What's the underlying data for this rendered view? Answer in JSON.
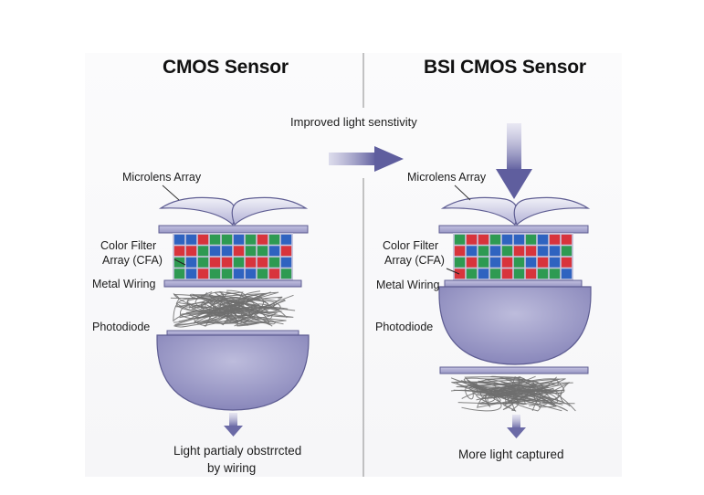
{
  "diagram": {
    "left_panel": {
      "title": "CMOS Sensor",
      "labels": {
        "microlens": "Microlens Array",
        "cfa_line1": "Color Filter",
        "cfa_line2": "Array (CFA)",
        "metal_wiring": "Metal Wiring",
        "photodiode": "Photodiode"
      },
      "layer_order": [
        "Microlens Array",
        "Color Filter Array (CFA)",
        "Metal Wiring",
        "Photodiode"
      ],
      "cfa_grid": [
        [
          "B",
          "B",
          "R",
          "G",
          "G",
          "B",
          "G",
          "R",
          "G",
          "B"
        ],
        [
          "R",
          "R",
          "G",
          "B",
          "B",
          "R",
          "G",
          "G",
          "B",
          "R"
        ],
        [
          "G",
          "B",
          "G",
          "R",
          "R",
          "G",
          "R",
          "R",
          "G",
          "B"
        ],
        [
          "G",
          "B",
          "R",
          "G",
          "G",
          "B",
          "B",
          "G",
          "R",
          "G"
        ]
      ],
      "caption_line1": "Light partialy obstrrcted",
      "caption_line2": "by wiring"
    },
    "right_panel": {
      "title": "BSI CMOS Sensor",
      "labels": {
        "microlens": "Microlens Array",
        "cfa_line1": "Color Filter",
        "cfa_line2": "Array (CFA)",
        "metal_wiring": "Metal Wiring",
        "photodiode": "Photodiode"
      },
      "layer_order": [
        "Microlens Array",
        "Color Filter Array (CFA)",
        "Photodiode",
        "Metal Wiring"
      ],
      "cfa_grid": [
        [
          "G",
          "R",
          "R",
          "G",
          "B",
          "B",
          "G",
          "B",
          "R",
          "R"
        ],
        [
          "R",
          "B",
          "G",
          "B",
          "G",
          "R",
          "R",
          "B",
          "B",
          "G"
        ],
        [
          "G",
          "R",
          "G",
          "B",
          "R",
          "G",
          "B",
          "R",
          "B",
          "R"
        ],
        [
          "R",
          "G",
          "B",
          "G",
          "R",
          "G",
          "R",
          "G",
          "G",
          "B"
        ]
      ],
      "caption": "More light captured"
    },
    "transition_label": "Improved light senstivity",
    "colors": {
      "R": "#d8343c",
      "G": "#2e9a52",
      "B": "#2f63c0",
      "plate": "#a7a6cc",
      "plate_stroke": "#5e5d92",
      "photodiode": "#9b99c6",
      "arrow": "#6b6aa6",
      "wire": "#6e6e6e",
      "divider": "#8a8a8a"
    },
    "icons": {
      "transition_arrow": "arrow-right-icon",
      "incoming_light_arrow": "arrow-down-icon",
      "output_arrow_left": "arrow-down-icon",
      "output_arrow_right": "arrow-down-icon"
    }
  }
}
